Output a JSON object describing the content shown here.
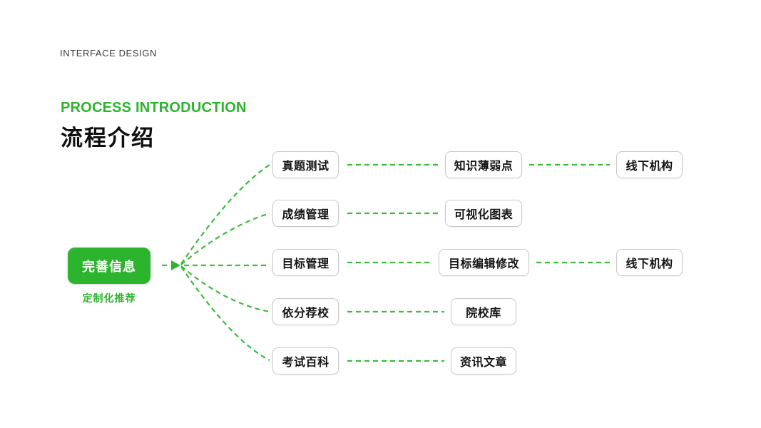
{
  "header": {
    "eyebrow": "INTERFACE DESIGN",
    "title_en": "PROCESS INTRODUCTION",
    "title_zh": "流程介绍"
  },
  "root": {
    "button_label": "完善信息",
    "caption": "定制化推荐"
  },
  "flow": {
    "rows": [
      {
        "level1": "真题测试",
        "level2": "知识薄弱点",
        "level3": "线下机构"
      },
      {
        "level1": "成绩管理",
        "level2": "可视化图表",
        "level3": ""
      },
      {
        "level1": "目标管理",
        "level2": "目标编辑修改",
        "level3": "线下机构"
      },
      {
        "level1": "依分荐校",
        "level2": "院校库",
        "level3": ""
      },
      {
        "level1": "考试百科",
        "level2": "资讯文章",
        "level3": ""
      }
    ]
  },
  "colors": {
    "accent_green": "#2db42e",
    "line_green": "#3cbc3c",
    "box_border": "#c9c9c9"
  }
}
